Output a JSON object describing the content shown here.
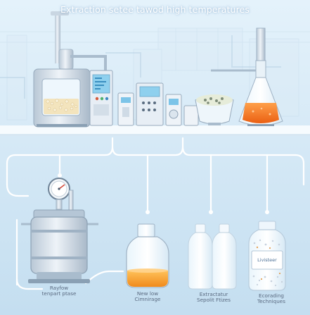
{
  "title": "Extraction setee tawod high temperatures",
  "stages": [
    {
      "line1": "Rayfow",
      "line2": "tenpart ptase"
    },
    {
      "line1": "New low",
      "line2": "Cimnirage"
    },
    {
      "line1": "Extractatur",
      "line2": "Sepolit Ftizes"
    },
    {
      "line1": "Ecorading",
      "line2": "Techniques"
    }
  ],
  "bottle_label": "Livisteer",
  "colors": {
    "background": "#cfe6f5",
    "flow_line": "#ffffff",
    "amber_liquid": "#f5a12a",
    "flask_orange": "#f47a28"
  }
}
